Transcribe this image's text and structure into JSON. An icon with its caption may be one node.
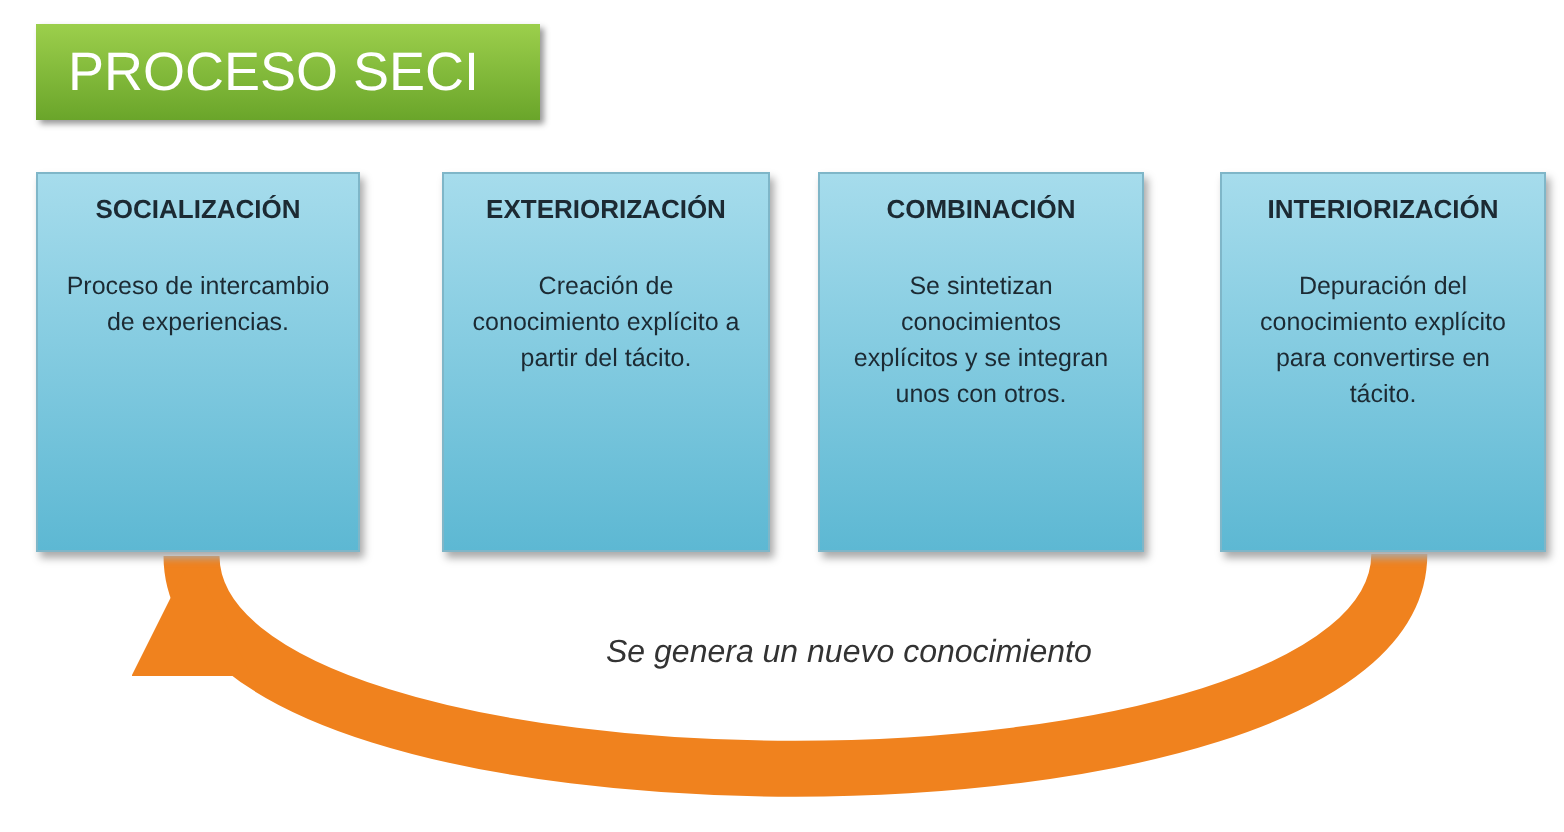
{
  "diagram": {
    "title": "PROCESO SECI",
    "nodes": [
      {
        "text": [
          "SOCIALIZACIÓN",
          "Proceso de intercambio de experiencias."
        ]
      },
      {
        "text": [
          "EXTERIORIZACIÓN",
          "Creación de conocimiento explícito a partir del tácito."
        ]
      },
      {
        "text": [
          "COMBINACIÓN",
          "Se sintetizan conocimientos explícitos y se integran unos con otros."
        ]
      },
      {
        "text": [
          "INTERIORIZACIÓN",
          "Depuración del conocimiento explícito para convertirse en tácito."
        ]
      }
    ],
    "edges": [
      {
        "from": 3,
        "to": 0,
        "arrow": "to",
        "label": "Se genera un nuevo conocimiento",
        "color": "#f0821e"
      }
    ]
  }
}
